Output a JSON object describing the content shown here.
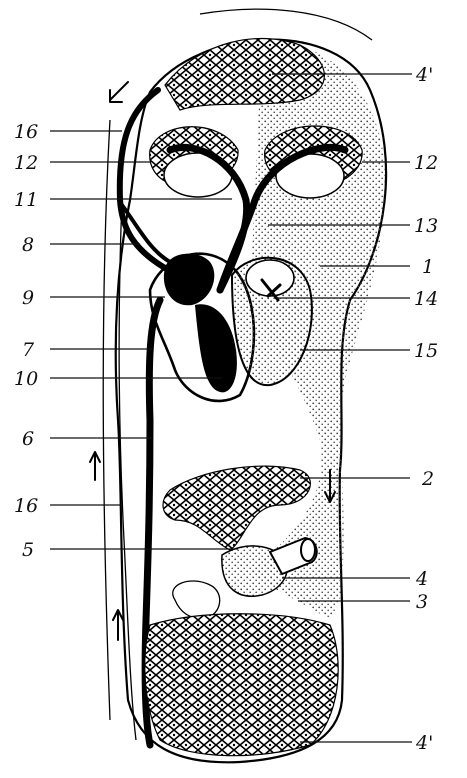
{
  "labels": {
    "l_4p_top": "4'",
    "l_16_top": "16",
    "l_12_left": "12",
    "l_12_right": "12",
    "l_11": "11",
    "l_13": "13",
    "l_8": "8",
    "l_1": "1",
    "l_9": "9",
    "l_14": "14",
    "l_7": "7",
    "l_15": "15",
    "l_10": "10",
    "l_6": "6",
    "l_2": "2",
    "l_16_bottom": "16",
    "l_5": "5",
    "l_4": "4",
    "l_3": "3",
    "l_4p_bottom": "4'"
  },
  "colors": {
    "ink": "#000000",
    "stipple": "#555555",
    "paper": "#ffffff"
  }
}
